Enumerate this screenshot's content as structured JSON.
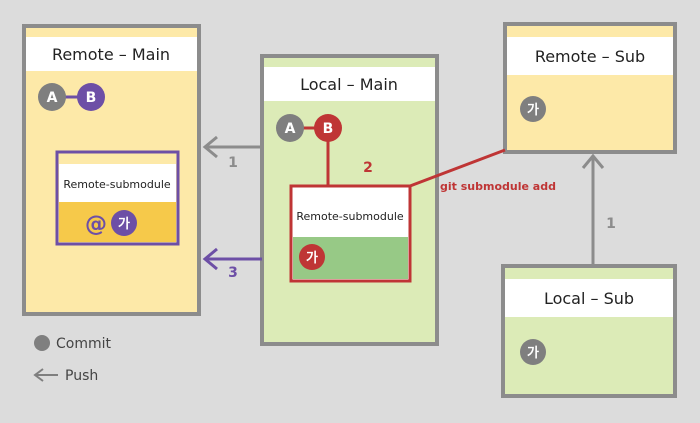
{
  "panels": {
    "remote_main": {
      "title": "Remote – Main"
    },
    "local_main": {
      "title": "Local – Main"
    },
    "remote_sub": {
      "title": "Remote – Sub"
    },
    "local_sub": {
      "title": "Local – Sub"
    }
  },
  "commits": {
    "a": "A",
    "b": "B",
    "ga": "가",
    "at": "@"
  },
  "submodule": {
    "remote_label": "Remote-submodule",
    "local_label": "Remote-submodule"
  },
  "edges": {
    "arrow_1_label": "1",
    "arrow_2_label": "2",
    "arrow_3_label": "3",
    "sub_arrow_label": "1",
    "git_cmd": "git submodule add"
  },
  "legend": {
    "commit_label": "Commit",
    "push_label": "Push"
  },
  "colors": {
    "background": "#dcdcdc",
    "panel_border": "#8c8c8c",
    "yellow": "#fde9a8",
    "green": "#dcebb7",
    "submodule_green": "#97c986",
    "gray_node": "#7f7f7f",
    "purple": "#6d4fa6",
    "red": "#bf3535",
    "gold": "#f6c94a",
    "title_bg": "#ffffff"
  }
}
